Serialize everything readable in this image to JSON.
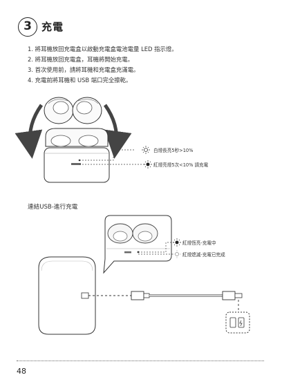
{
  "section": {
    "number": "3",
    "title": "充電"
  },
  "steps": [
    "1. 將耳機放回充電盒以啟動充電盒電池電量 LED 指示燈。",
    "2. 將耳機放回充電盒，耳機將開始充電。",
    "3. 首次使用前，請將耳機和充電盒充滿電。",
    "4. 充電前將耳機和 USB 端口完全擦乾。"
  ],
  "figure1": {
    "legend_white": "白燈長亮5秒>10%",
    "legend_red_blink": "紅燈亮燈5次<10% 請充電"
  },
  "usb_section": {
    "heading": "連結USB-進行充電",
    "legend_red_on": "紅燈恆亮-充電中",
    "legend_red_off": "紅燈熄滅-充電已完成"
  },
  "page": {
    "number": "48"
  }
}
